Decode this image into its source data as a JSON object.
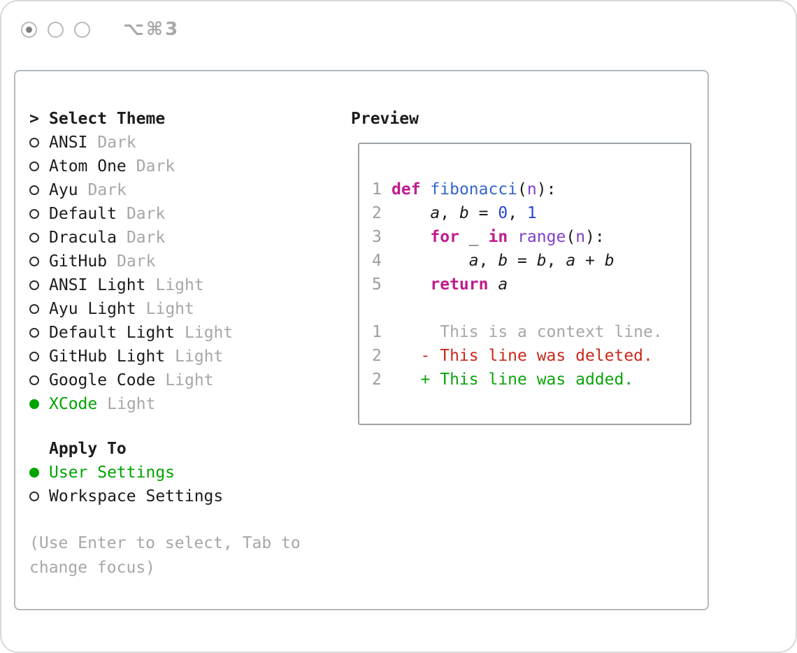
{
  "titlebar": {
    "shortcut": "⌥⌘3"
  },
  "theme_picker": {
    "cursor": ">",
    "title": "Select Theme",
    "themes": [
      {
        "name": "ANSI",
        "variant": "Dark",
        "selected": false
      },
      {
        "name": "Atom One",
        "variant": "Dark",
        "selected": false
      },
      {
        "name": "Ayu",
        "variant": "Dark",
        "selected": false
      },
      {
        "name": "Default",
        "variant": "Dark",
        "selected": false
      },
      {
        "name": "Dracula",
        "variant": "Dark",
        "selected": false
      },
      {
        "name": "GitHub",
        "variant": "Dark",
        "selected": false
      },
      {
        "name": "ANSI Light",
        "variant": "Light",
        "selected": false
      },
      {
        "name": "Ayu Light",
        "variant": "Light",
        "selected": false
      },
      {
        "name": "Default Light",
        "variant": "Light",
        "selected": false
      },
      {
        "name": "GitHub Light",
        "variant": "Light",
        "selected": false
      },
      {
        "name": "Google Code",
        "variant": "Light",
        "selected": false
      },
      {
        "name": "XCode",
        "variant": "Light",
        "selected": true
      }
    ],
    "apply_to": {
      "title": "Apply To",
      "options": [
        {
          "name": "User Settings",
          "selected": true
        },
        {
          "name": "Workspace Settings",
          "selected": false
        }
      ]
    },
    "hint": "(Use Enter to select, Tab to change focus)"
  },
  "preview": {
    "title": "Preview",
    "lines": [
      {
        "num": "1",
        "tokens": [
          {
            "t": "def",
            "c": "kw"
          },
          {
            "t": " ",
            "c": "pl"
          },
          {
            "t": "fibonacci",
            "c": "fn"
          },
          {
            "t": "(",
            "c": "pl"
          },
          {
            "t": "n",
            "c": "prm"
          },
          {
            "t": "):",
            "c": "pl"
          }
        ]
      },
      {
        "num": "2",
        "tokens": [
          {
            "t": "    ",
            "c": "pl"
          },
          {
            "t": "a",
            "c": "var"
          },
          {
            "t": ", ",
            "c": "pl"
          },
          {
            "t": "b",
            "c": "var"
          },
          {
            "t": " = ",
            "c": "pl"
          },
          {
            "t": "0",
            "c": "num"
          },
          {
            "t": ", ",
            "c": "pl"
          },
          {
            "t": "1",
            "c": "num"
          }
        ]
      },
      {
        "num": "3",
        "tokens": [
          {
            "t": "    ",
            "c": "pl"
          },
          {
            "t": "for",
            "c": "kw"
          },
          {
            "t": " ",
            "c": "pl"
          },
          {
            "t": "_",
            "c": "var"
          },
          {
            "t": " ",
            "c": "pl"
          },
          {
            "t": "in",
            "c": "kw"
          },
          {
            "t": " ",
            "c": "pl"
          },
          {
            "t": "range",
            "c": "typ"
          },
          {
            "t": "(",
            "c": "pl"
          },
          {
            "t": "n",
            "c": "prm"
          },
          {
            "t": "):",
            "c": "pl"
          }
        ]
      },
      {
        "num": "4",
        "tokens": [
          {
            "t": "        ",
            "c": "pl"
          },
          {
            "t": "a",
            "c": "var"
          },
          {
            "t": ", ",
            "c": "pl"
          },
          {
            "t": "b",
            "c": "var"
          },
          {
            "t": " = ",
            "c": "pl"
          },
          {
            "t": "b",
            "c": "var"
          },
          {
            "t": ", ",
            "c": "pl"
          },
          {
            "t": "a",
            "c": "var"
          },
          {
            "t": " + ",
            "c": "pl"
          },
          {
            "t": "b",
            "c": "var"
          }
        ]
      },
      {
        "num": "5",
        "tokens": [
          {
            "t": "    ",
            "c": "pl"
          },
          {
            "t": "return",
            "c": "kw"
          },
          {
            "t": " ",
            "c": "pl"
          },
          {
            "t": "a",
            "c": "var"
          }
        ]
      },
      {
        "num": "",
        "tokens": []
      },
      {
        "num": "1",
        "tokens": [
          {
            "t": "     This is a context line.",
            "c": "ctx"
          }
        ]
      },
      {
        "num": "2",
        "tokens": [
          {
            "t": "   - This line was deleted.",
            "c": "del"
          }
        ]
      },
      {
        "num": "2",
        "tokens": [
          {
            "t": "   + This line was added.",
            "c": "add"
          }
        ]
      }
    ]
  },
  "palette": {
    "text": "#1c1c1c",
    "muted": "#a7a7a7",
    "green": "#00a400",
    "keyword": "#c01b8d",
    "function": "#3564d0",
    "number": "#2745d6",
    "type": "#7d3fc9",
    "param": "#7d3fc9",
    "deleted": "#c9291b",
    "added": "#0ca50c",
    "line_number": "#9c9c9c",
    "panel_border": "#b3b9bf",
    "preview_border": "#9ba2a8",
    "window_border": "#d8d8d8",
    "titlebar_gray": "#a8a8a8",
    "radio_border": "#2f2f2f"
  }
}
